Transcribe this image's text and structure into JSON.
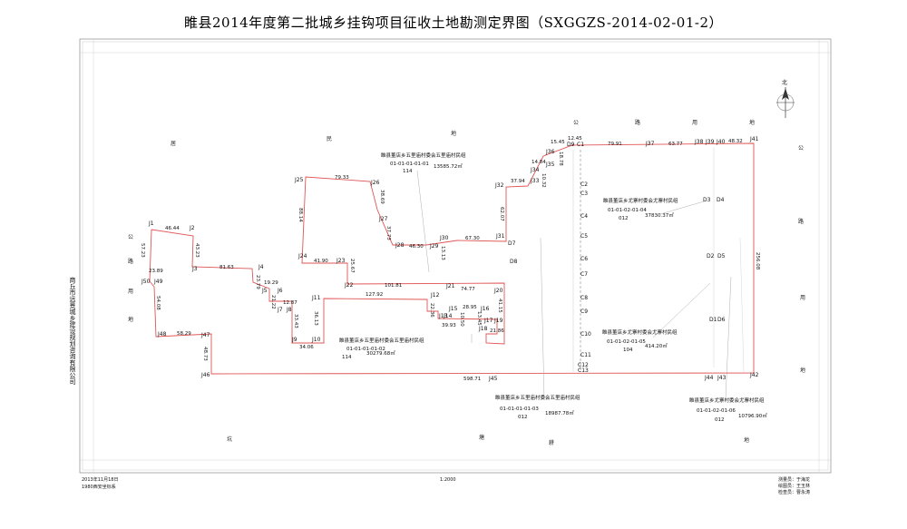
{
  "title": "睢县2014年度第二批城乡挂钩项目征收土地勘测定界图（SXGGZS-2014-02-01-2）",
  "company": "商丘市远景城乡建设规划咨询有限公司",
  "compass_label": "北",
  "scale": "1:2000",
  "footer_left": [
    "2013年11月18日",
    "1980西安坐标系"
  ],
  "footer_right": [
    "测量员：于海龙",
    "绘图员：王玉林",
    "检查员：曹永涛"
  ],
  "land_use_labels": [
    "居",
    "民",
    "地",
    "公",
    "路",
    "用",
    "地",
    "公",
    "路",
    "用",
    "地",
    "公",
    "路",
    "用",
    "地",
    "坑",
    "塘",
    "耕",
    "地"
  ],
  "points": [
    "J1",
    "J2",
    "J3",
    "J4",
    "J5",
    "J6",
    "J7",
    "J8",
    "J9",
    "J10",
    "J11",
    "J12",
    "J13",
    "J14",
    "J15",
    "J16",
    "J17",
    "J18",
    "J19",
    "J20",
    "J21",
    "J22",
    "J23",
    "J24",
    "J25",
    "J26",
    "J27",
    "J28",
    "J29",
    "J30",
    "J31",
    "J32",
    "J33",
    "J34",
    "J35",
    "J36",
    "J37",
    "J38",
    "J39",
    "J40",
    "J41",
    "J42",
    "J43",
    "J44",
    "J45",
    "J46",
    "J47",
    "J48",
    "J49",
    "J50",
    "C1",
    "C2",
    "C3",
    "C4",
    "C5",
    "C6",
    "C7",
    "C8",
    "C9",
    "C10",
    "C11",
    "C12",
    "C13",
    "D1",
    "D2",
    "D3",
    "D4",
    "D5",
    "D6",
    "D7",
    "D8",
    "D9"
  ],
  "distances": [
    "46.44",
    "43.23",
    "81.63",
    "23.79",
    "19.29",
    "21.22",
    "12.87",
    "33.43",
    "34.06",
    "36.13",
    "127.92",
    "101.81",
    "74.77",
    "41.15",
    "21.86",
    "13.45",
    "28.95",
    "10.50",
    "39.93",
    "22.36",
    "25.67",
    "41.90",
    "88.14",
    "79.33",
    "38.69",
    "37.73",
    "46.30",
    "67.30",
    "13.13",
    "62.07",
    "37.94",
    "14.84",
    "10.32",
    "15.45",
    "12.45",
    "18.78",
    "79.91",
    "63.77",
    "48.32",
    "256.08",
    "598.71",
    "48.73",
    "58.29",
    "54.08",
    "23.89",
    "57.23"
  ],
  "parcels": [
    {
      "owner": "睢县董店乡五里庙村委会五里庙村民组",
      "code": "01-01-01-01-01",
      "class": "114",
      "area": "13585.72㎡"
    },
    {
      "owner": "睢县董店乡尤寨村委会尤寨村民组",
      "code": "01-01-02-01-04",
      "class": "012",
      "area": "37830.37㎡"
    },
    {
      "owner": "睢县董店乡尤寨村委会尤寨村民组",
      "code": "01-01-02-01-05",
      "class": "104",
      "area": "414.20㎡"
    },
    {
      "owner": "睢县董店乡五里庙村委会五里庙村民组",
      "code": "01-01-01-01-02",
      "class": "114",
      "area": "30279.68㎡"
    },
    {
      "owner": "睢县董店乡五里庙村委会五里庙村民组",
      "code": "01-01-01-01-03",
      "class": "012",
      "area": "18987.78㎡"
    },
    {
      "owner": "睢县董店乡尤寨村委会尤寨村民组",
      "code": "01-01-02-01-06",
      "class": "012",
      "area": "10796.90㎡"
    }
  ],
  "colors": {
    "boundary": "#e05555",
    "frame": "#333333",
    "grid": "#999999"
  }
}
